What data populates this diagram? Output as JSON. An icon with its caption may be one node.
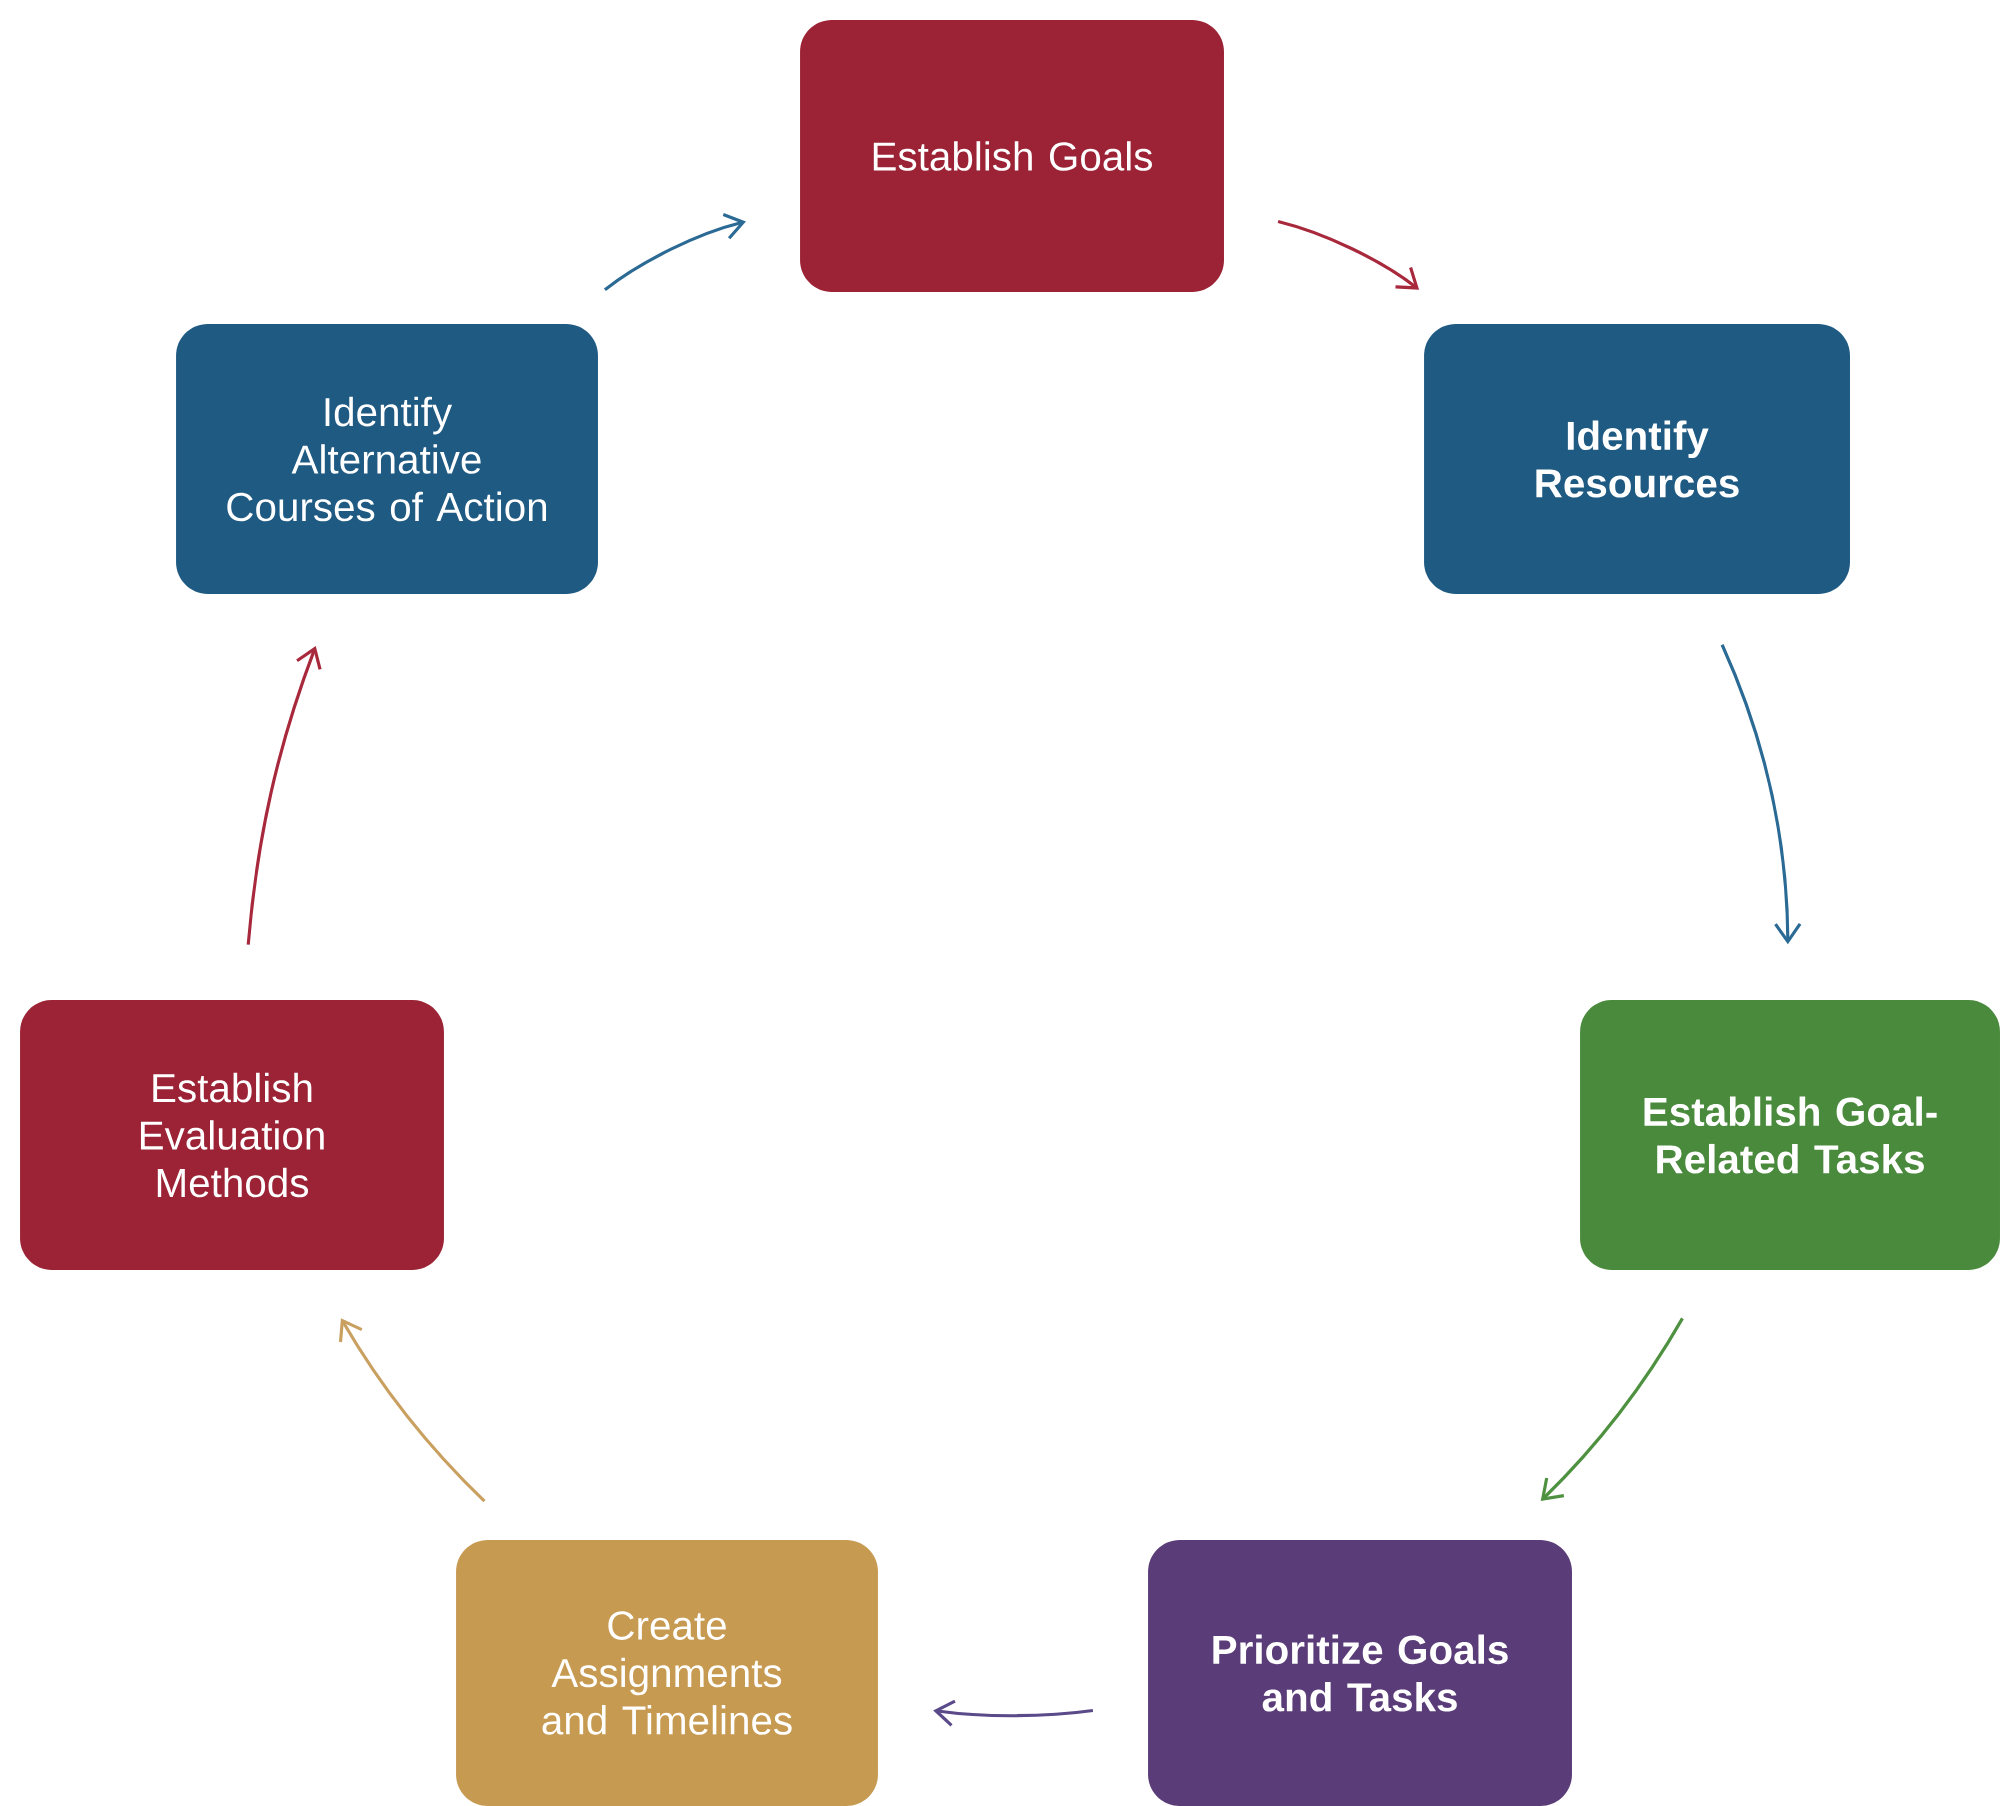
{
  "diagram": {
    "nodes": [
      {
        "text": [
          "Establish Goals"
        ]
      },
      {
        "text": [
          "Identify Resources"
        ]
      },
      {
        "text": [
          "Establish Goal-Related Tasks"
        ]
      },
      {
        "text": [
          "Prioritize Goals and Tasks"
        ]
      },
      {
        "text": [
          "Create Assignments and Timelines"
        ]
      },
      {
        "text": [
          "Establish Evaluation Methods"
        ]
      },
      {
        "text": [
          "Identify Alternative Courses of Action"
        ]
      }
    ],
    "edges": [
      {
        "from": 0,
        "to": 1,
        "arrow": "to",
        "color": "#a8283c"
      },
      {
        "from": 1,
        "to": 2,
        "arrow": "to",
        "color": "#2a6a94"
      },
      {
        "from": 2,
        "to": 3,
        "arrow": "to",
        "color": "#4e9140"
      },
      {
        "from": 3,
        "to": 4,
        "arrow": "to",
        "color": "#5a4a8a"
      },
      {
        "from": 4,
        "to": 5,
        "arrow": "to",
        "color": "#c9a060"
      },
      {
        "from": 5,
        "to": 6,
        "arrow": "to",
        "color": "#a8283c"
      },
      {
        "from": 6,
        "to": 0,
        "arrow": "to",
        "color": "#2a6a94"
      }
    ]
  }
}
